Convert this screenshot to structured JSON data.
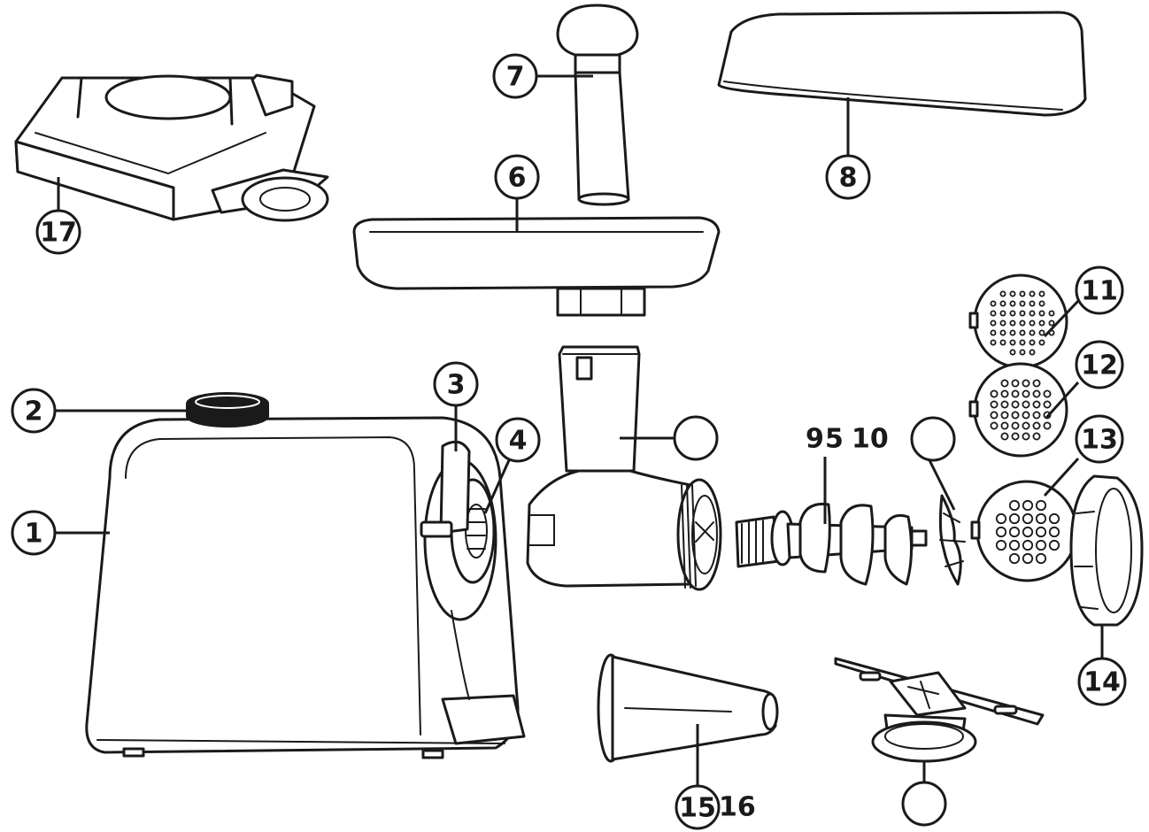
{
  "labels": {
    "c1": "1",
    "c2": "2",
    "c3": "3",
    "c4": "4",
    "c6": "6",
    "c7": "7",
    "c8": "8",
    "c11": "11",
    "c12": "12",
    "c13": "13",
    "c14": "14",
    "c15": "15",
    "c17": "17",
    "t5": "5",
    "t9": "9",
    "t10": "10",
    "t16": "16"
  }
}
